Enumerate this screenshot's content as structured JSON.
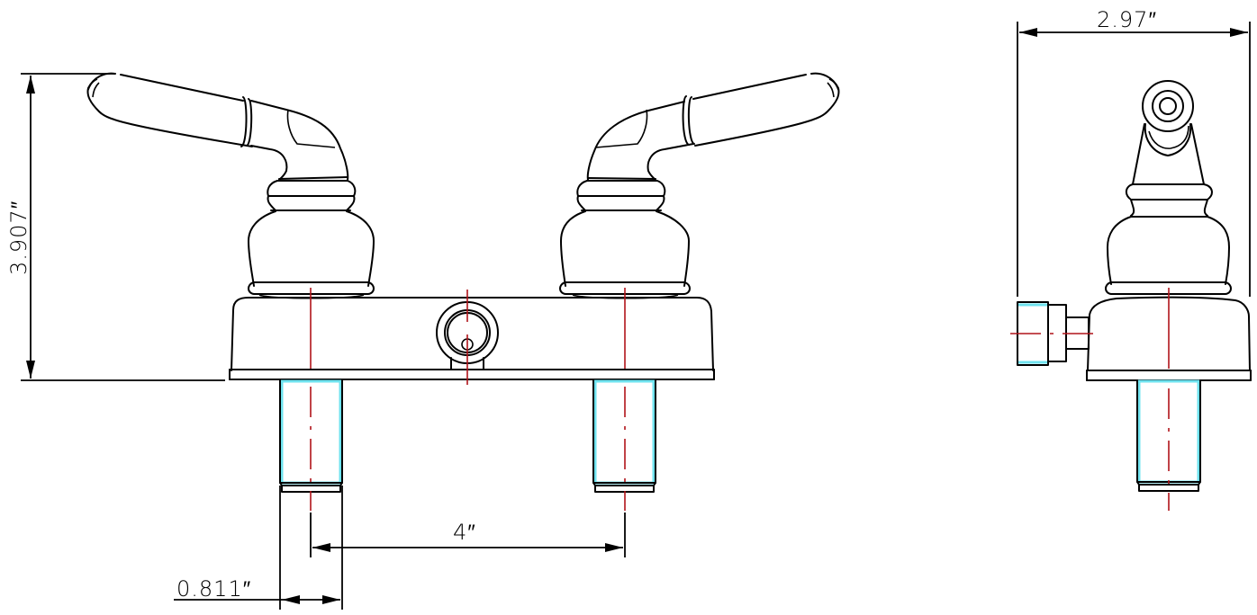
{
  "drawing": {
    "title": "Two-handle faucet technical drawing",
    "views": [
      "front-view",
      "side-view"
    ],
    "colors": {
      "outline": "#000000",
      "centerline": "#b0141a",
      "thread": "#6fe3ef",
      "background": "#ffffff"
    }
  },
  "dimensions": {
    "height": {
      "label": "3.907″",
      "value": 3.907,
      "unit": "in",
      "orientation": "vertical"
    },
    "center_spacing": {
      "label": "4″",
      "value": 4,
      "unit": "in",
      "orientation": "horizontal"
    },
    "shank_diameter": {
      "label": "0.811″",
      "value": 0.811,
      "unit": "in",
      "orientation": "horizontal"
    },
    "depth": {
      "label": "2.97″",
      "value": 2.97,
      "unit": "in",
      "orientation": "horizontal"
    }
  }
}
